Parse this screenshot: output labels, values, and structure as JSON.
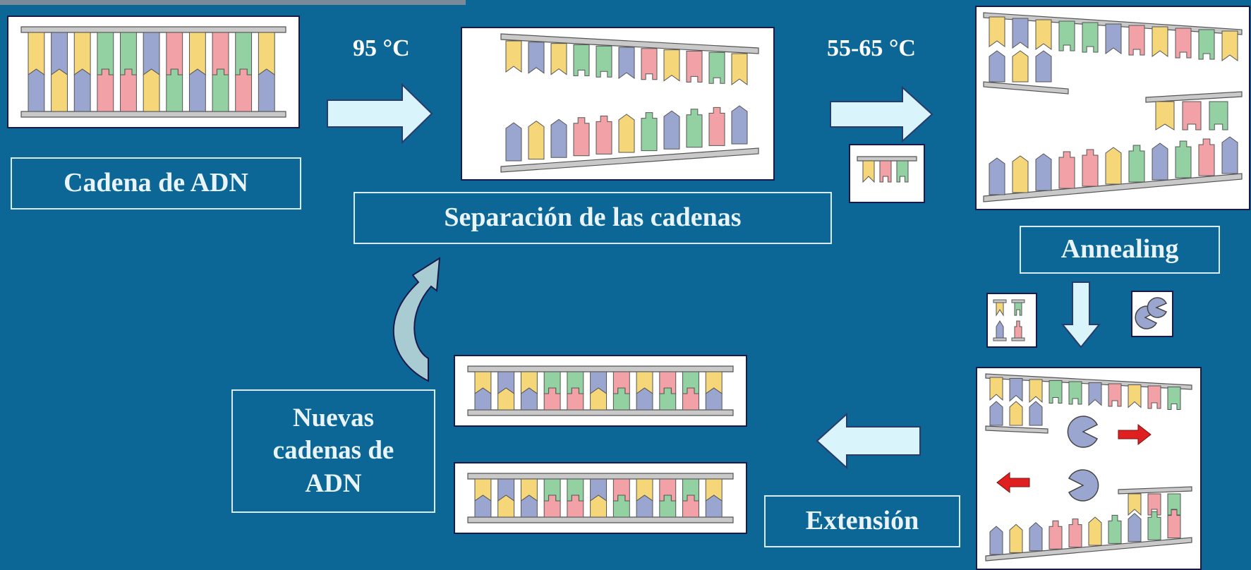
{
  "labels": {
    "dna_chain": "Cadena de ADN",
    "separation": "Separación de las cadenas",
    "annealing": "Annealing",
    "extension": "Extensión",
    "new_chains": "Nuevas cadenas de ADN"
  },
  "temperatures": {
    "denature": "95 °C",
    "anneal": "55-65 °C"
  },
  "colors": {
    "background": "#0C6797",
    "arrow_fill": "#D9F5FB",
    "base_yellow": "#F5D77A",
    "base_blue": "#9AA6CF",
    "base_green": "#93D1A2",
    "base_pink": "#F2A2A6",
    "backbone": "#C9C9C9",
    "direction_arrow": "#E02020"
  }
}
